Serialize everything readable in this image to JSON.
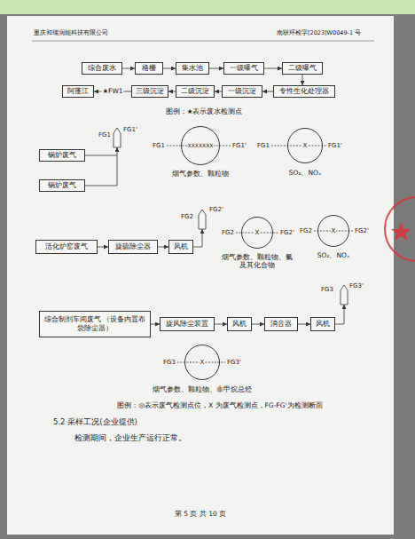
{
  "diagram": {
    "nodes": [
      {
        "text": [
          "综合废水"
        ]
      },
      {
        "text": [
          "格栅"
        ]
      },
      {
        "text": [
          "集水池"
        ]
      },
      {
        "text": [
          "一级曝气"
        ]
      },
      {
        "text": [
          "二级曝气"
        ]
      },
      {
        "text": [
          "专性生化处理器"
        ]
      },
      {
        "text": [
          "一级沉淀"
        ]
      },
      {
        "text": [
          "二级沉淀"
        ]
      },
      {
        "text": [
          "三级沉淀"
        ]
      },
      {
        "text": [
          "阿蓬江"
        ]
      },
      {
        "text": [
          "锅炉废气"
        ]
      },
      {
        "text": [
          "锅炉废气"
        ]
      },
      {
        "text": [
          "XXXXXXX"
        ]
      },
      {
        "text": [
          "X"
        ]
      },
      {
        "text": [
          "活化炉窑废气"
        ]
      },
      {
        "text": [
          "旋硫除尘器"
        ]
      },
      {
        "text": [
          "风机"
        ]
      },
      {
        "text": [
          "X"
        ]
      },
      {
        "text": [
          "X"
        ]
      },
      {
        "text": [
          "综合制剂车间废气 （设备内置布袋除尘器）"
        ]
      },
      {
        "text": [
          "旋风除尘装置"
        ]
      },
      {
        "text": [
          "风机"
        ]
      },
      {
        "text": [
          "消音器"
        ]
      },
      {
        "text": [
          "风机"
        ]
      },
      {
        "text": [
          "X"
        ]
      }
    ],
    "edges": [
      {
        "from": 0,
        "to": 1,
        "arrow": "to"
      },
      {
        "from": 1,
        "to": 2,
        "arrow": "to"
      },
      {
        "from": 2,
        "to": 3,
        "arrow": "to"
      },
      {
        "from": 3,
        "to": 4,
        "arrow": "to"
      },
      {
        "from": 4,
        "to": 5,
        "arrow": "to"
      },
      {
        "from": 5,
        "to": 6,
        "arrow": "to"
      },
      {
        "from": 6,
        "to": 7,
        "arrow": "to"
      },
      {
        "from": 7,
        "to": 8,
        "arrow": "to"
      },
      {
        "from": 8,
        "to": 9,
        "label": "★FW1",
        "arrow": "to"
      },
      {
        "from": 14,
        "to": 15,
        "arrow": "to"
      },
      {
        "from": 15,
        "to": 16,
        "arrow": "to"
      },
      {
        "from": 19,
        "to": 20,
        "arrow": "to"
      },
      {
        "from": 20,
        "to": 21,
        "arrow": "to"
      },
      {
        "from": 21,
        "to": 22,
        "arrow": "to"
      },
      {
        "from": 22,
        "to": 23,
        "arrow": "to"
      }
    ],
    "labels": [
      "重庆和瑞润能科技有限公司",
      "南联环检字[2023]W0049-1 号",
      "图例：★表示废水检测点",
      "FG1",
      "FG1'",
      "FG1",
      "FG1'",
      "烟气参数、颗粒物",
      "FG1",
      "FG1'",
      "SO₂、NOₓ",
      "FG2",
      "FG2'",
      "FG2",
      "FG2'",
      "烟气参数、颗粒物、氟 及其化合物",
      "FG2",
      "FG2'",
      "SO₂、NOₓ",
      "FG3",
      "FG3'",
      "FG3",
      "FG3'",
      "烟气参数、颗粒物、非甲烷总烃",
      "图例：◎表示废气检测点位，X 为废气检测点，FG-FG'为检测断面",
      "5.2 采样工况(企业提供)",
      "检测期间，企业生产运行正常。",
      "第 5 页 共 10 页"
    ]
  }
}
